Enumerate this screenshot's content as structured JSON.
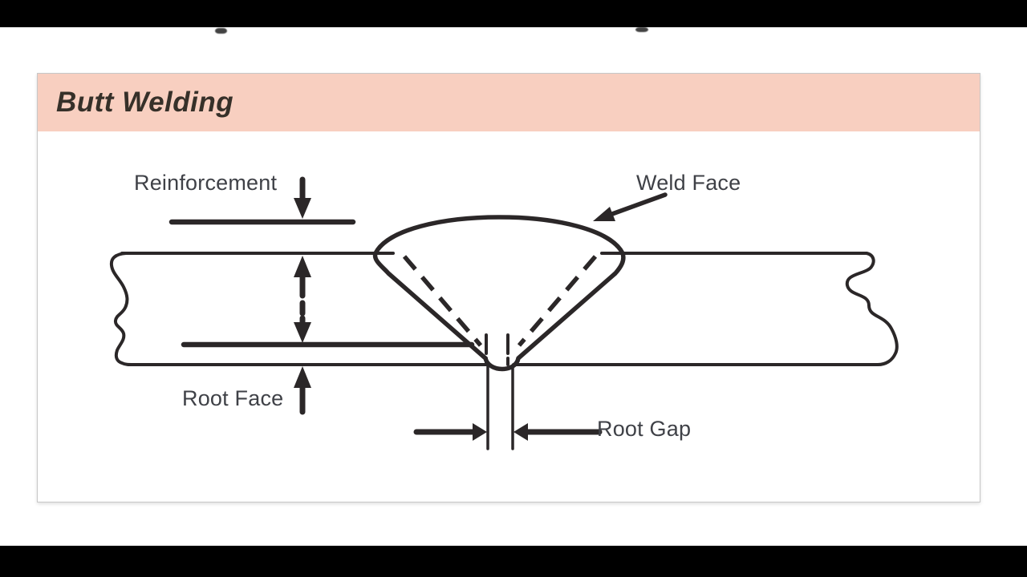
{
  "window": {
    "type": "video-frame-slide",
    "letterbox_color": "#000000",
    "background": "#ffffff"
  },
  "panel": {
    "title": "Butt Welding"
  },
  "diagram": {
    "description": "Cross-section of a butt weld joint between two plates with broken (wavy) ends, showing weld cap, V-groove dashed preparation lines, root penetration and dimension arrows",
    "labels": {
      "reinforcement": "Reinforcement",
      "weld_face": "Weld Face",
      "root_face": "Root Face",
      "root_gap": "Root Gap"
    }
  },
  "theme": {
    "letterbox": "#000000",
    "page_bg": "#ffffff",
    "header_bg": "#f8cfc0",
    "panel_border": "#c7c7c7",
    "title_color": "#363029",
    "line_color": "#2b2728",
    "label_color": "#3f4147"
  }
}
